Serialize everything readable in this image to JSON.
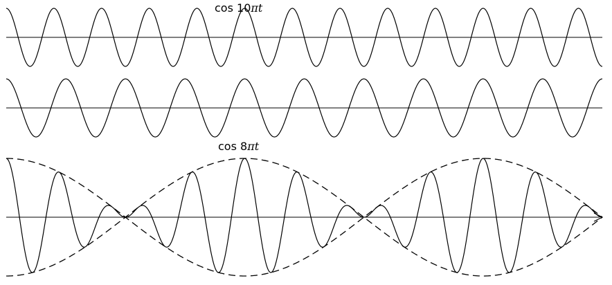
{
  "panels": [
    {
      "id": "top",
      "label_main": "cos 10",
      "label_pi": "π",
      "label_t": "t",
      "freq": 10
    },
    {
      "id": "middle",
      "label_main": "cos 8",
      "label_pi": "π",
      "label_t": "t",
      "freq": 8
    },
    {
      "id": "bottom",
      "freqs": [
        10,
        8
      ],
      "envelope_freq": 1
    }
  ],
  "t_range": [
    0,
    2.5
  ],
  "colors": {
    "stroke": "#000000",
    "background": "#ffffff"
  }
}
